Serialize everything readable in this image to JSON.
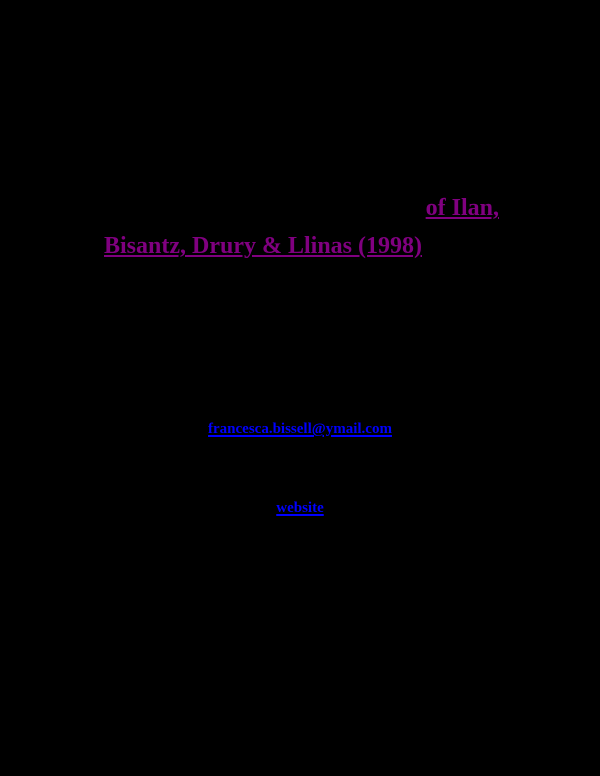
{
  "document": {
    "background_color": "#000000",
    "title": {
      "hidden_prefix": "",
      "link_part_1": "of Ilan,",
      "link_part_2": "Bisantz, Drury & Llinas (1998)",
      "link_color": "#800080"
    },
    "contact": {
      "email": "francesca.bissell@ymail.com",
      "email_color": "#0000FF",
      "website_label": "website",
      "website_color": "#0000FF"
    }
  }
}
